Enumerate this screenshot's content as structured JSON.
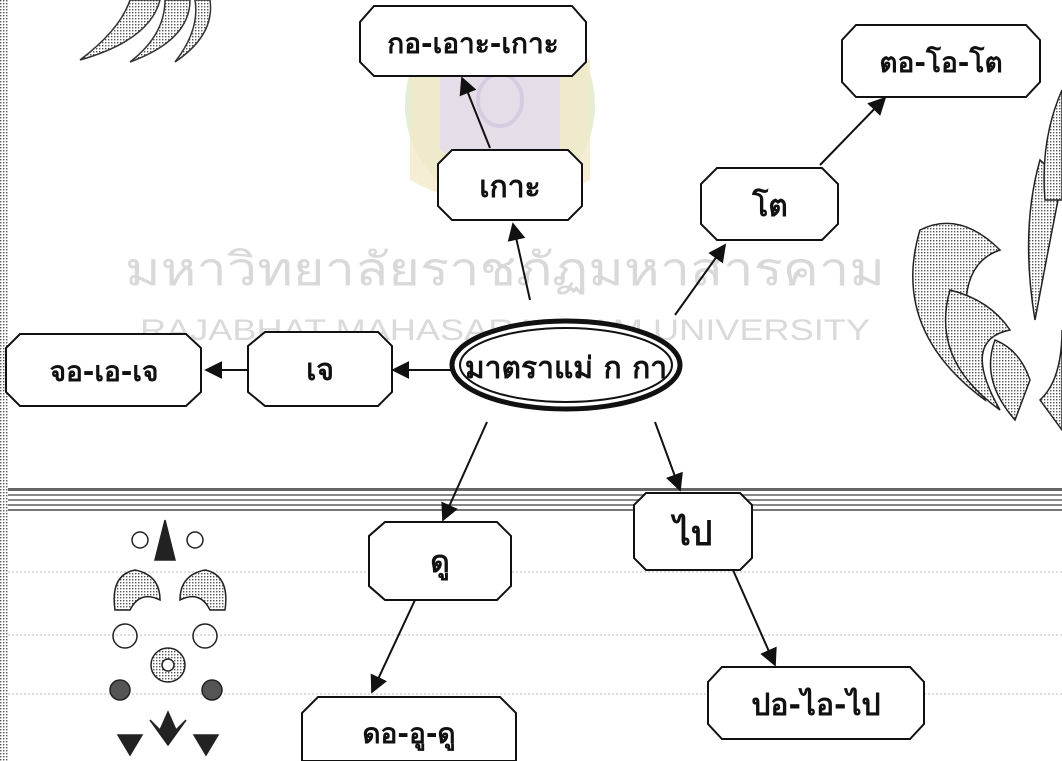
{
  "colors": {
    "ink": "#111111",
    "watermark": "#d9d9d9",
    "seal_green": "#dbe8c9",
    "seal_gold": "#efe1b8",
    "seal_purple": "#dcd2e6",
    "rule_line": "#bbbbbb"
  },
  "watermark": {
    "thai": "มหาวิทยาลัยราชภัฏมหาสารคาม",
    "english": "RAJABHAT MAHASARAKHAM UNIVERSITY"
  },
  "diagram": {
    "center": "มาตราแม่ ก กา",
    "branches": [
      {
        "word": "เกาะ",
        "spelling": "กอ-เอาะ-เกาะ"
      },
      {
        "word": "โต",
        "spelling": "ตอ-โอ-โต"
      },
      {
        "word": "เจ",
        "spelling": "จอ-เอ-เจ"
      },
      {
        "word": "ดู",
        "spelling": "ดอ-อู-ดู"
      },
      {
        "word": "ไป",
        "spelling": "ปอ-ไอ-ไป"
      }
    ]
  },
  "icons": {
    "seal": "university-seal-icon",
    "moons": "crescent-moons-icon",
    "leaves": "leaf-ornament-icon",
    "floral": "floral-ornament-icon"
  }
}
